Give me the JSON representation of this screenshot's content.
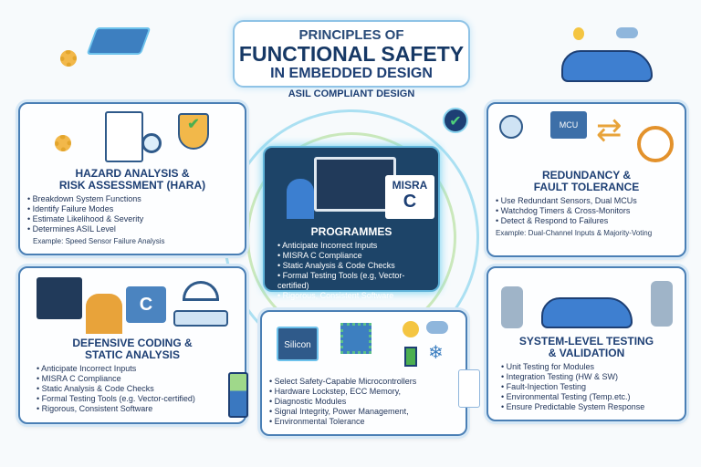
{
  "header": {
    "line1": "PRINCIPLES OF",
    "line2": "FUNCTIONAL SAFETY",
    "line3": "IN EMBEDDED DESIGN",
    "subtitle": "ASIL COMPLIANT DESIGN"
  },
  "hara": {
    "title1": "HAZARD ANALYSIS &",
    "title2": "RISK ASSESSMENT (HARA)",
    "items": [
      "Breakdown System Functions",
      "Identify Failure Modes",
      "Estimate Likelihood & Severity",
      "Determines ASIL Level"
    ],
    "example": "Example: Speed Sensor Failure Analysis"
  },
  "redundancy": {
    "title1": "REDUNDANCY &",
    "title2": "FAULT TOLERANCE",
    "chip": "MCU",
    "items": [
      "Use Redundant Sensors, Dual MCUs",
      "Watchdog Timers & Cross-Monitors",
      "Detect & Respond to Failures"
    ],
    "example": "Example: Dual-Channel Inputs & Majority-Voting"
  },
  "programmes": {
    "badge1": "MISRA",
    "badge2": "C",
    "title": "PROGRAMMES",
    "items": [
      "Anticipate Incorrect Inputs",
      "MISRA C Compliance",
      "Static Analysis & Code Checks",
      "Formal Testing Tools (e.g, Vector-certified)",
      "Rigorous, Consistent Software"
    ]
  },
  "defensive": {
    "title1": "DEFENSIVE CODING &",
    "title2": "STATIC ANALYSIS",
    "badge": "C",
    "items": [
      "Anticipate Incorrect Inputs",
      "MISRA C Compliance",
      "Static Analysis & Code Checks",
      "Formal Testing Tools (e.g. Vector-certified)",
      "Rigorous, Consistent Software"
    ]
  },
  "hardware": {
    "chip": "Silicon",
    "items": [
      "Select Safety-Capable Microcontrollers",
      "Hardware Lockstep, ECC Memory,",
      "Diagnostic Modules",
      "Signal Integrity, Power Management,",
      "Environmental Tolerance"
    ]
  },
  "testing": {
    "title1": "SYSTEM-LEVEL TESTING",
    "title2": "& VALIDATION",
    "items": [
      "Unit Testing for Modules",
      "Integration Testing (HW & SW)",
      "Fault-Injection Testing",
      "Environmental Testing (Temp.etc.)",
      "Ensure Predictable System Response"
    ]
  }
}
